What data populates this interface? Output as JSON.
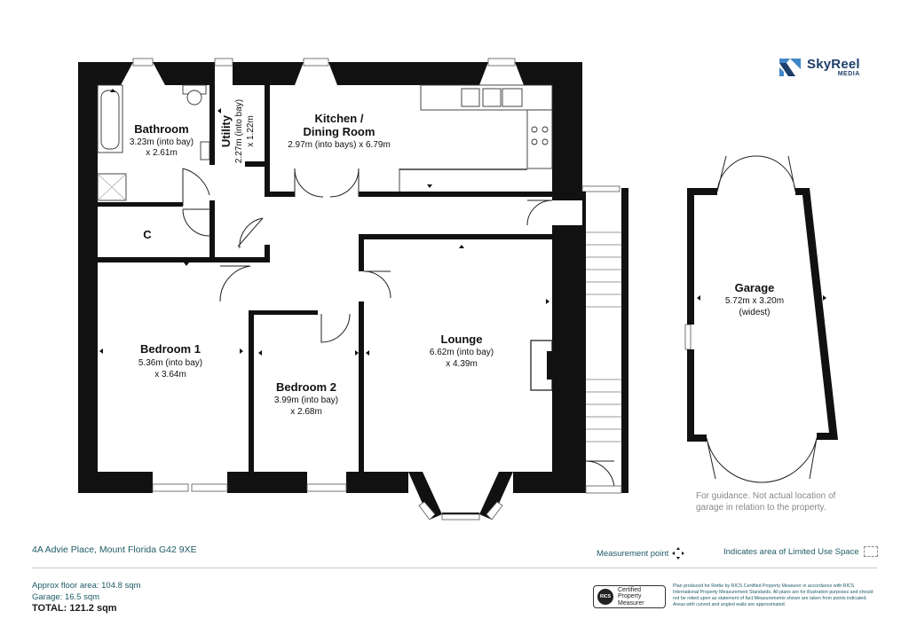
{
  "brand": {
    "name": "SkyReel",
    "sub": "MEDIA",
    "accent": "#1e3f6b",
    "icon": "skyreel-logo-icon"
  },
  "rooms": {
    "bathroom": {
      "name": "Bathroom",
      "dim1": "3.23m (into bay)",
      "dim2": "x 2.61m"
    },
    "utility": {
      "name": "Utility",
      "dim1": "2.27m (into bay)",
      "dim2": "x 1.22m"
    },
    "kitchen": {
      "name1": "Kitchen /",
      "name2": "Dining Room",
      "dim": "2.97m (into bays) x 6.79m"
    },
    "cupboard": {
      "name": "C"
    },
    "bedroom1": {
      "name": "Bedroom 1",
      "dim1": "5.36m (into bay)",
      "dim2": "x 3.64m"
    },
    "bedroom2": {
      "name": "Bedroom 2",
      "dim1": "3.99m (into bay)",
      "dim2": "x 2.68m"
    },
    "lounge": {
      "name": "Lounge",
      "dim1": "6.62m (into bay)",
      "dim2": "x 4.39m"
    },
    "garage": {
      "name": "Garage",
      "dim1": "5.72m x 3.20m",
      "dim2": "(widest)"
    }
  },
  "guidance": {
    "line1": "For guidance. Not actual location of",
    "line2": "garage in relation to the property."
  },
  "address": "4A Advie Place, Mount Florida G42 9XE",
  "legend": {
    "measurement_point": "Measurement point",
    "limited_use": "Indicates area of  Limited Use Space"
  },
  "totals": {
    "floor": "Approx floor area: 104.8 sqm",
    "garage": "Garage: 16.5 sqm",
    "total": "TOTAL: 121.2 sqm"
  },
  "rics": {
    "circle": "RICS",
    "line1": "Certified",
    "line2": "Property",
    "line3": "Measurer"
  },
  "disclaimer": "Plan produced for Rettie by RICS Certified Property Measurer in accordance with RICS International Property  Measurement Standards.  All plans are for illustration purposes and should not be relied upon as statement of fact.Measurements shown are taken from points indicated. Areas with curved and angled walls are approximated."
}
